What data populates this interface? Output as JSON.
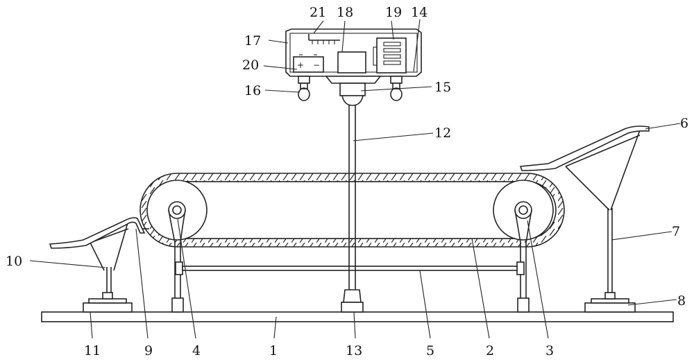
{
  "callouts": [
    "1",
    "2",
    "3",
    "4",
    "5",
    "6",
    "7",
    "8",
    "9",
    "10",
    "11",
    "12",
    "13",
    "14",
    "15",
    "16",
    "17",
    "18",
    "19",
    "20",
    "21"
  ],
  "battery_symbols": {
    "plus": "+",
    "minus": "−"
  }
}
